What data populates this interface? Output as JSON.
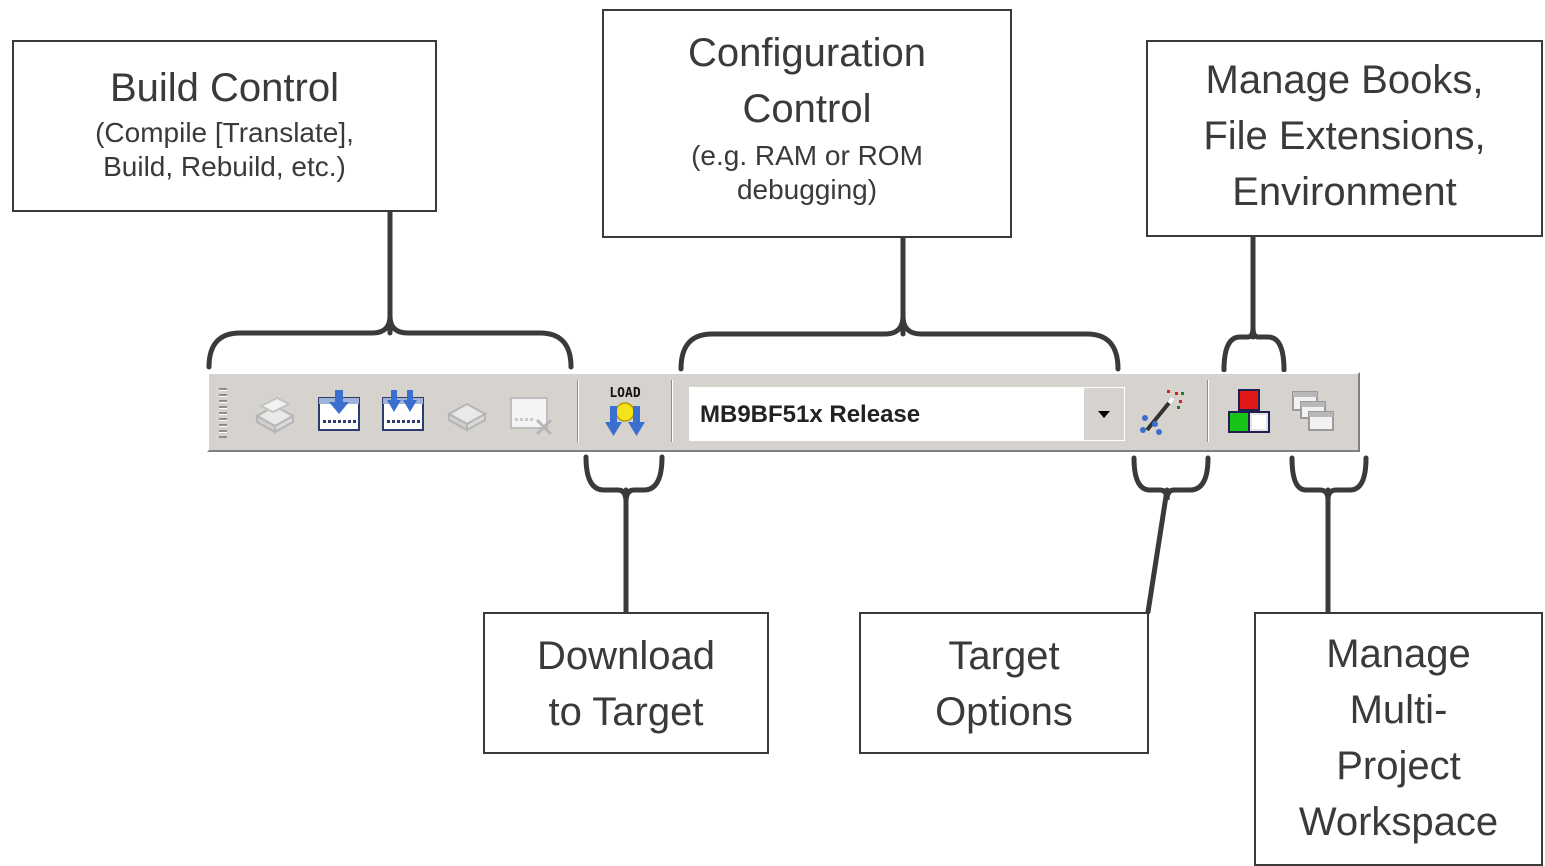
{
  "callouts": {
    "build_control": {
      "title": "Build Control",
      "detail_line1": "(Compile [Translate],",
      "detail_line2": "Build, Rebuild, etc.)"
    },
    "configuration_control": {
      "title_line1": "Configuration",
      "title_line2": "Control",
      "detail_line1": "(e.g. RAM or ROM",
      "detail_line2": "debugging)"
    },
    "manage_books": {
      "line1": "Manage Books,",
      "line2": "File Extensions,",
      "line3": "Environment"
    },
    "download_to_target": {
      "line1": "Download",
      "line2": "to Target"
    },
    "target_options": {
      "line1": "Target",
      "line2": "Options"
    },
    "manage_multi_project": {
      "line1": "Manage",
      "line2": "Multi-",
      "line3": "Project",
      "line4": "Workspace"
    }
  },
  "toolbar": {
    "load_icon_label": "LOAD",
    "configuration_select": {
      "selected": "MB9BF51x Release"
    }
  },
  "icons": {
    "translate": "translate-file-icon",
    "build": "build-target-icon",
    "rebuild": "rebuild-all-icon",
    "batch_build": "batch-build-icon",
    "stop_build": "stop-build-icon",
    "download": "load-download-icon",
    "dropdown": "chevron-down-icon",
    "target_options": "magic-wand-icon",
    "manage_books": "colored-blocks-icon",
    "multi_project": "multi-window-icon"
  },
  "colors": {
    "toolbar_bg": "#d6d3ce",
    "callout_border": "#3a3a3a",
    "connector": "#3a3a3a"
  }
}
